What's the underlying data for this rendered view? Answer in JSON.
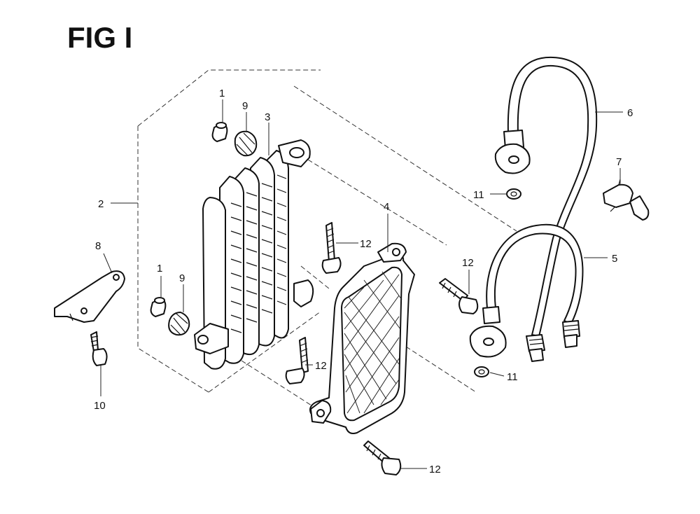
{
  "figure": {
    "title": "FIG I"
  },
  "callouts": [
    {
      "id": "c1a",
      "text": "1"
    },
    {
      "id": "c1b",
      "text": "1"
    },
    {
      "id": "c2",
      "text": "2"
    },
    {
      "id": "c3",
      "text": "3"
    },
    {
      "id": "c4",
      "text": "4"
    },
    {
      "id": "c5",
      "text": "5"
    },
    {
      "id": "c6",
      "text": "6"
    },
    {
      "id": "c7",
      "text": "7"
    },
    {
      "id": "c8",
      "text": "8"
    },
    {
      "id": "c9a",
      "text": "9"
    },
    {
      "id": "c9b",
      "text": "9"
    },
    {
      "id": "c10",
      "text": "10"
    },
    {
      "id": "c11a",
      "text": "11"
    },
    {
      "id": "c11b",
      "text": "11"
    },
    {
      "id": "c12a",
      "text": "12"
    },
    {
      "id": "c12b",
      "text": "12"
    },
    {
      "id": "c12c",
      "text": "12"
    },
    {
      "id": "c12d",
      "text": "12"
    }
  ]
}
